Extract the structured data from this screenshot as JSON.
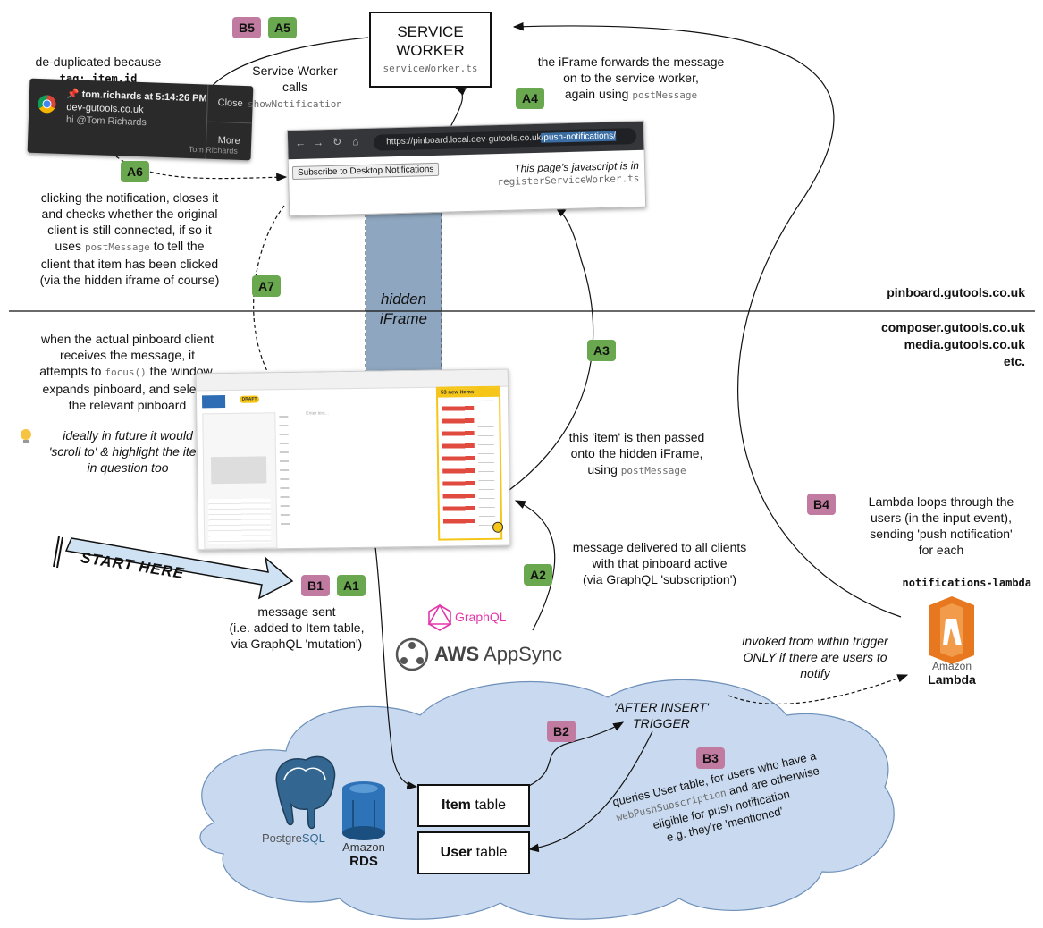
{
  "service_worker": {
    "title_line1": "SERVICE",
    "title_line2": "WORKER",
    "file": "serviceWorker.ts"
  },
  "badges": {
    "b5": "B5",
    "a5": "A5",
    "a4": "A4",
    "a6": "A6",
    "a7": "A7",
    "a3": "A3",
    "a2": "A2",
    "b1": "B1",
    "a1": "A1",
    "b2": "B2",
    "b3": "B3",
    "b4": "B4"
  },
  "dedup": {
    "line1": "de-duplicated because",
    "code": "tag: item.id"
  },
  "notification": {
    "user_time": "tom.richards at 5:14:26 PM",
    "site": "dev-gutools.co.uk",
    "message": "hi @Tom Richards",
    "close_label": "Close",
    "more_label": "More",
    "peek": "Tom Richards"
  },
  "sw_calls": {
    "line1": "Service Worker",
    "line2": "calls",
    "code": "showNotification"
  },
  "iframe_forward": {
    "line1": "the iFrame forwards the message",
    "line2": "on to the service worker,",
    "line3": "again using",
    "code": "postMessage"
  },
  "browser": {
    "url_host": "https://pinboard.local.dev-gutools.co.uk",
    "url_path": "/push-notifications/",
    "button": "Subscribe to Desktop Notifications",
    "note_line1": "This page's javascript is in",
    "note_code": "registerServiceWorker.ts"
  },
  "a6_text": {
    "line1": "clicking the notification, closes it",
    "line2": "and checks whether the original",
    "line3": "client is still connected, if so it",
    "line4a": "uses",
    "code": "postMessage",
    "line4b": "to tell the",
    "line5": "client that item has been clicked",
    "line6": "(via the hidden iframe of course)"
  },
  "hidden_iframe": {
    "line1": "hidden",
    "line2": "iFrame"
  },
  "domains": {
    "top": "pinboard.gutools.co.uk",
    "bottom": [
      "composer.gutools.co.uk",
      "media.gutools.co.uk",
      "etc."
    ]
  },
  "client_text": {
    "line1": "when the actual pinboard client",
    "line2": "receives the message, it",
    "line3a": "attempts to",
    "code": "focus()",
    "line3b": "the window,",
    "line4": "expands pinboard, and selects",
    "line5": "the relevant pinboard"
  },
  "future_text": {
    "line1": "ideally in future it would",
    "line2": "'scroll to' & highlight the item",
    "line3": "in question too"
  },
  "a3_text": {
    "line1": "this 'item' is then passed",
    "line2": "onto the hidden iFrame,",
    "line3": "using",
    "code": "postMessage"
  },
  "start": {
    "label": "START HERE"
  },
  "a1_text": {
    "line1": "message sent",
    "line2": "(i.e. added to Item table,",
    "line3": "via GraphQL 'mutation')"
  },
  "a2_text": {
    "line1": "message delivered to all clients",
    "line2": "with that pinboard active",
    "line3": "(via GraphQL 'subscription')"
  },
  "b4_text": {
    "line1": "Lambda loops through the",
    "line2": "users (in the input event),",
    "line3": "sending 'push notification'",
    "line4": "for each"
  },
  "lambda": {
    "code": "notifications-lambda",
    "line1": "Amazon",
    "line2": "Lambda"
  },
  "invoked_text": {
    "line1": "invoked from within trigger",
    "line2": "ONLY if there are users to",
    "line3": "notify"
  },
  "graphql": {
    "label": "GraphQL"
  },
  "appsync": {
    "aws": "AWS",
    "name": "AppSync"
  },
  "trigger": {
    "line1": "'AFTER INSERT'",
    "line2": "TRIGGER"
  },
  "b3_text": {
    "line1": "queries User table, for users who have a",
    "code": "webPushSubscription",
    "line2b": "and are otherwise",
    "line3": "eligible for push notification",
    "line4": "e.g. they're 'mentioned'"
  },
  "postgres": {
    "a": "Postgre",
    "b": "SQL"
  },
  "rds": {
    "line1": "Amazon",
    "line2": "RDS"
  },
  "tables": {
    "item_bold": "Item",
    "item_rest": " table",
    "user_bold": "User",
    "user_rest": " table"
  },
  "app_preview": {
    "badge": "DRAFT",
    "pinboard_title": "53 new items",
    "input_placeholder": "Enter text..."
  },
  "colors": {
    "badge_a": "#6aa84f",
    "badge_b": "#c27ba0",
    "cloud": "#c9daf0",
    "iframe": "#8ea6bf",
    "arrow": "#cfe2f3"
  }
}
